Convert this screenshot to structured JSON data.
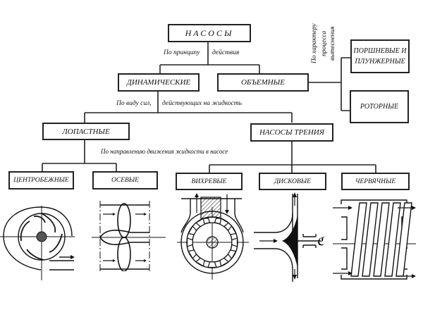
{
  "root": {
    "label": "НАСОСЫ"
  },
  "criteria": {
    "principle": [
      "По принципу",
      "действия"
    ],
    "forces": [
      "По виду сил,",
      "действующих на жидкость"
    ],
    "direction": "По  направлению  движения  жидкости  в  насосе",
    "displacement": [
      "По характеру",
      "процесса",
      "вытеснения"
    ]
  },
  "level1": {
    "dynamic": "ДИНАМИЧЕСКИЕ",
    "volumetric": "ОБЪЕМНЫЕ"
  },
  "volumetric_types": {
    "piston": [
      "ПОРШНЕВЫЕ И",
      "ПЛУНЖЕРНЫЕ"
    ],
    "rotary": "РОТОРНЫЕ"
  },
  "level2": {
    "vane": "ЛОПАСТНЫЕ",
    "friction": "НАСОСЫ  ТРЕНИЯ"
  },
  "level3": {
    "centrifugal": "ЦЕНТРОБЕЖНЫЕ",
    "axial": "ОСЕВЫЕ",
    "vortex": "ВИХРЕВЫЕ",
    "disk": "ДИСКОВЫЕ",
    "screw": "ЧЕРВЯЧНЫЕ"
  },
  "illustrations": {
    "disk_symbol": "ℭ"
  }
}
